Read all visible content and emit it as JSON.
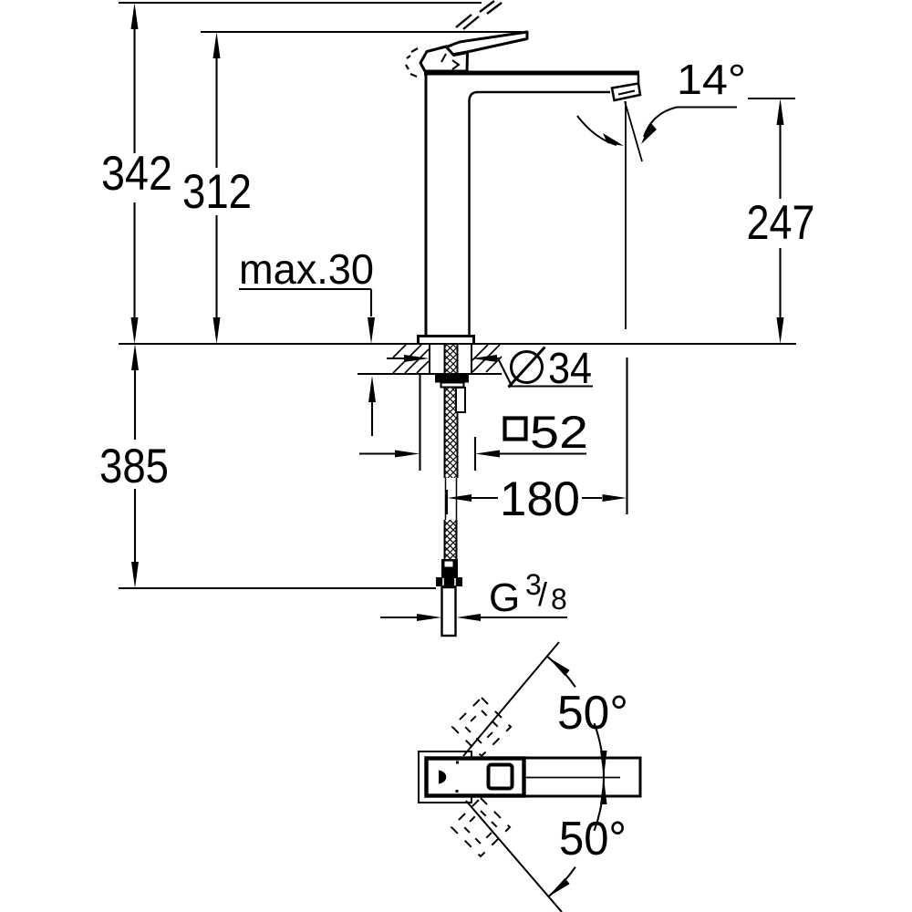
{
  "side_view": {
    "total_height": "342",
    "height_to_spout": "312",
    "max_mounting_thickness": "max.30",
    "spout_angle": "14°",
    "outlet_height": "247",
    "shank_diameter": "34",
    "base_square": "52",
    "spout_projection": "180",
    "hose_length": "385",
    "thread_g": "G",
    "thread_numerator": "3",
    "thread_slash": "/",
    "thread_denominator": "8"
  },
  "plan_view": {
    "swivel_upper": "50°",
    "swivel_lower": "50°"
  },
  "symbols": {
    "diameter": "Ø",
    "square": "□"
  },
  "colors": {
    "ink": "#000000",
    "background": "#ffffff"
  }
}
